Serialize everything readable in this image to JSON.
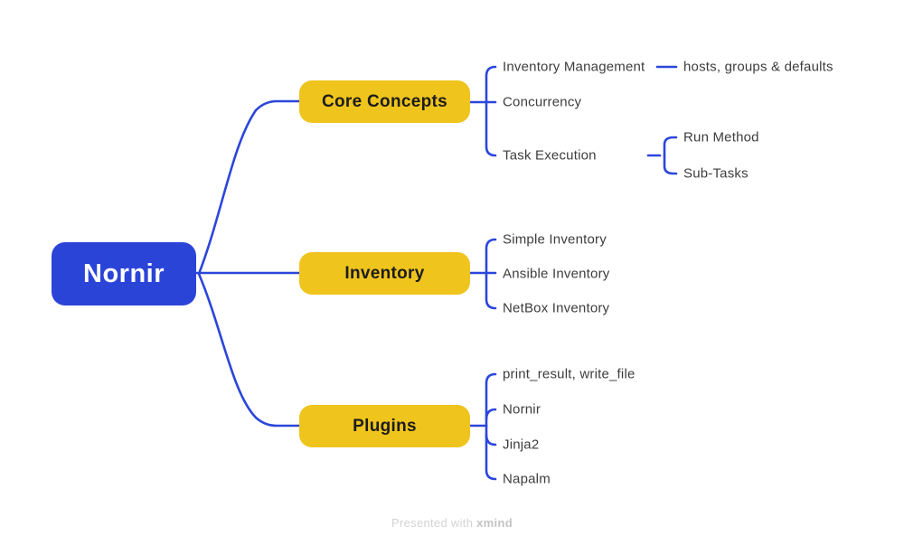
{
  "colors": {
    "root_bg": "#2B44D8",
    "root_text": "#FFFFFF",
    "branch_bg": "#EFC41D",
    "branch_text": "#1C1C1C",
    "leaf_text": "#3D3D3D",
    "line": "#2B46DB",
    "footer_text": "#D3D3D3",
    "footer_brand": "#C3C3C3"
  },
  "root": {
    "label": "Nornir"
  },
  "branches": [
    {
      "label": "Core Concepts",
      "children": [
        {
          "label": "Inventory Management",
          "children": [
            {
              "label": "hosts, groups & defaults"
            }
          ]
        },
        {
          "label": "Concurrency",
          "children": []
        },
        {
          "label": "Task Execution",
          "children": [
            {
              "label": "Run Method"
            },
            {
              "label": "Sub-Tasks"
            }
          ]
        }
      ]
    },
    {
      "label": "Inventory",
      "children": [
        {
          "label": "Simple Inventory",
          "children": []
        },
        {
          "label": "Ansible Inventory",
          "children": []
        },
        {
          "label": "NetBox Inventory",
          "children": []
        }
      ]
    },
    {
      "label": "Plugins",
      "children": [
        {
          "label": "print_result, write_file",
          "children": []
        },
        {
          "label": "Nornir",
          "children": []
        },
        {
          "label": "Jinja2",
          "children": []
        },
        {
          "label": "Napalm",
          "children": []
        }
      ]
    }
  ],
  "footer": {
    "prefix": "Presented with ",
    "brand": "xmind"
  }
}
